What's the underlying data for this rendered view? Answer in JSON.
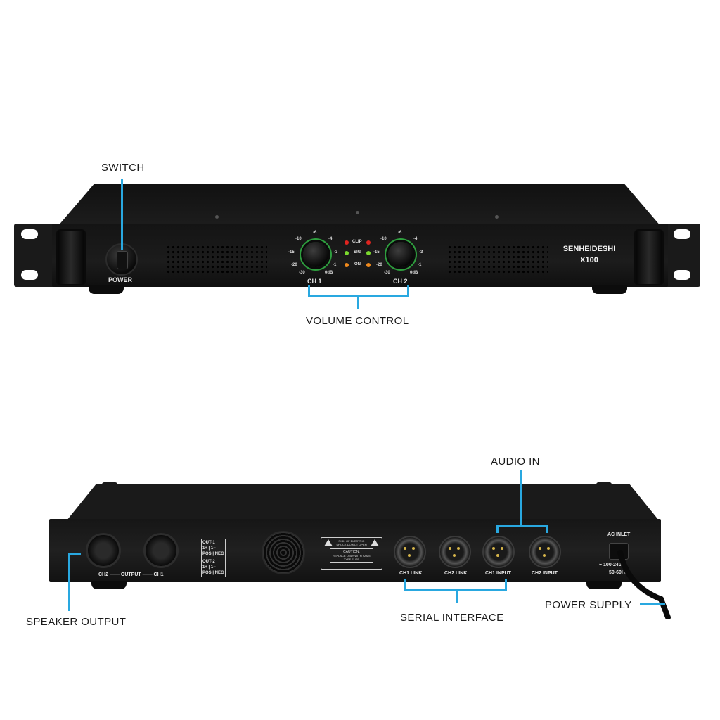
{
  "callouts": {
    "switch": "SWITCH",
    "volume_control": "VOLUME CONTROL",
    "audio_in": "AUDIO IN",
    "speaker_output": "SPEAKER OUTPUT",
    "serial_interface": "SERIAL INTERFACE",
    "power_supply": "POWER SUPPLY"
  },
  "front": {
    "power_label": "POWER",
    "ch1_label": "CH 1",
    "ch2_label": "CH 2",
    "knob_ticks": [
      "-10",
      "-6",
      "-4",
      "-15",
      "-3",
      "-20",
      "-1",
      "-30",
      "0dB"
    ],
    "leds": [
      {
        "label": "CLIP",
        "color": "#e0241f"
      },
      {
        "label": "SIG",
        "color": "#7bd92e"
      },
      {
        "label": "ON",
        "color": "#f08a1c"
      }
    ],
    "brand": "SENHEIDESHI",
    "model": "X100"
  },
  "rear": {
    "output_label": "CH2 —— OUTPUT —— CH1",
    "out1_table": "OUT-1\n1+ | 1−\nPOS | NEG",
    "out2_table": "OUT-2\n1+ | 1−\nPOS | NEG",
    "warning_top": "RISK OF ELECTRIC SHOCK DO NOT OPEN",
    "caution": "CAUTION:",
    "caution_text": "REPLACE ONLY WITH SAME TYPE FUSE",
    "ch1_link": "CH1 LINK",
    "ch2_link": "CH2 LINK",
    "ch1_input": "CH1 INPUT",
    "ch2_input": "CH2 INPUT",
    "ac_inlet": "AC INLET",
    "voltage": "~ 100-240V",
    "frequency": "50-60Hz"
  },
  "colors": {
    "callout_line": "#29a8e0"
  }
}
